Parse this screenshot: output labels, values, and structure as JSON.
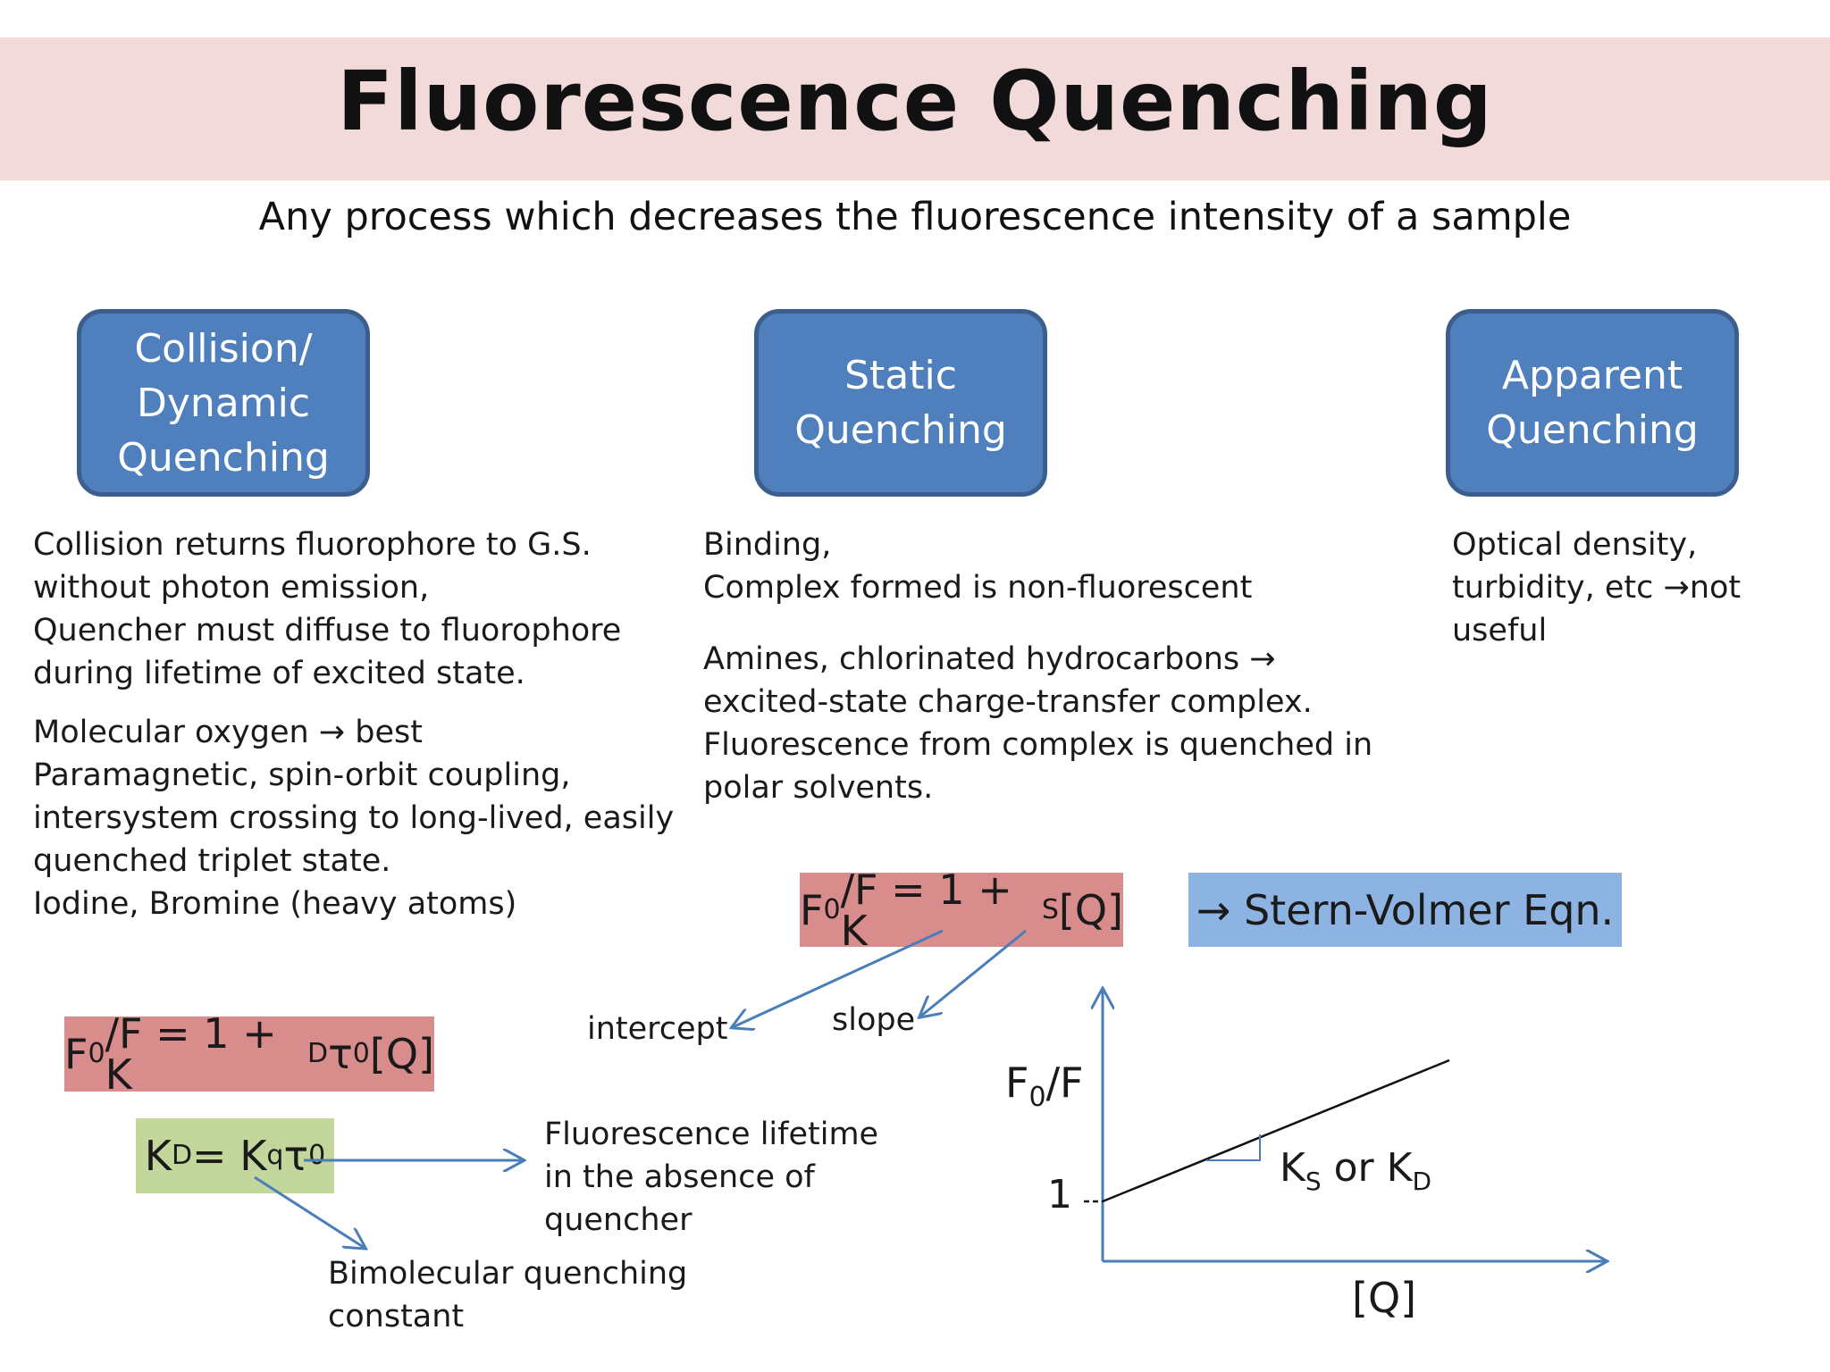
{
  "title": "Fluorescence Quenching",
  "subtitle": "Any process which decreases the fluorescence intensity of a sample",
  "categories": [
    {
      "label": "Collision/\nDynamic\nQuenching"
    },
    {
      "label": "Static\nQuenching"
    },
    {
      "label": "Apparent\nQuenching"
    }
  ],
  "dynamic_text": {
    "p1": "Collision returns fluorophore to G.S.\nwithout photon emission,\nQuencher must diffuse to fluorophore\nduring lifetime of excited state.",
    "p2": "Molecular oxygen → best\nParamagnetic, spin-orbit coupling,\nintersystem crossing to long-lived, easily\nquenched triplet state.\nIodine, Bromine (heavy atoms)"
  },
  "static_text": {
    "p1": "Binding,\nComplex formed is non-fluorescent",
    "p2": "Amines, chlorinated hydrocarbons →\nexcited-state charge-transfer complex.\nFluorescence from complex is quenched in\npolar solvents."
  },
  "apparent_text": {
    "p1": "Optical density,\nturbidity, etc →not\nuseful"
  },
  "equations": {
    "stern_volmer_static": {
      "a": "F",
      "a_sub": "0",
      "b": "/F = 1 + K",
      "b_sub": "S",
      "c": "[Q]"
    },
    "stern_volmer_label": "→ Stern-Volmer Eqn.",
    "dynamic": {
      "a": "F",
      "a_sub": "0",
      "b": "/F = 1 + K",
      "b_sub": "D",
      "c": "τ",
      "c_sub": "0",
      "d": "[Q]"
    },
    "kd": {
      "a": "K",
      "a_sub": "D",
      "b": " = K",
      "b_sub": "q",
      "c": "τ",
      "c_sub": "0"
    }
  },
  "annotations": {
    "intercept": "intercept",
    "slope": "slope",
    "lifetime": "Fluorescence lifetime\nin the absence of\nquencher",
    "bimolecular": "Bimolecular quenching constant"
  },
  "plot": {
    "y_label": {
      "a": "F",
      "a_sub": "0",
      "b": "/F"
    },
    "y_tick": "1",
    "x_label": "[Q]",
    "slope_label": {
      "a": "K",
      "a_sub": "S",
      "b": " or K",
      "b_sub": "D"
    }
  },
  "colors": {
    "title_band": "#f2d9da",
    "box_fill": "#4f80bd",
    "eq_red": "#d88c8c",
    "eq_green": "#c3d69b",
    "eq_blue": "#8db3e2",
    "arrow": "#4a7ebb"
  }
}
